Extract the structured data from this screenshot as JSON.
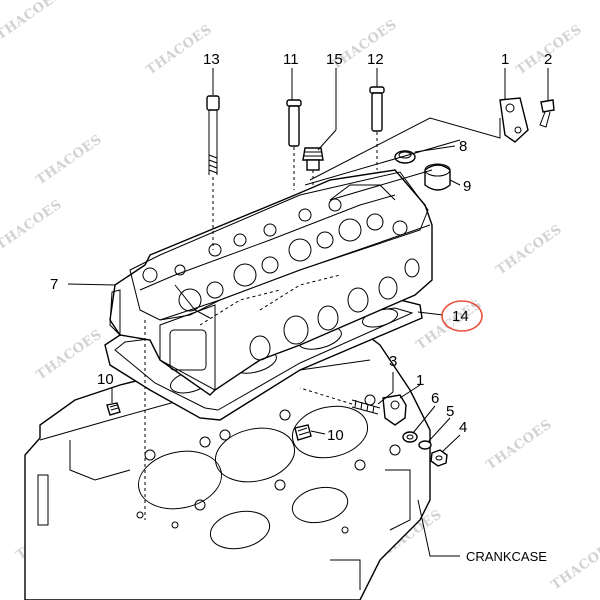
{
  "watermark": "THACOES",
  "highlight_color": "#e8503a",
  "callouts": {
    "n13": "13",
    "n11": "11",
    "n15": "15",
    "n12": "12",
    "n1a": "1",
    "n2": "2",
    "n8": "8",
    "n9": "9",
    "n7": "7",
    "n14": "14",
    "n3": "3",
    "n1b": "1",
    "n6": "6",
    "n5": "5",
    "n4": "4",
    "n10a": "10",
    "n10b": "10"
  },
  "crankcase_label": "CRANKCASE"
}
